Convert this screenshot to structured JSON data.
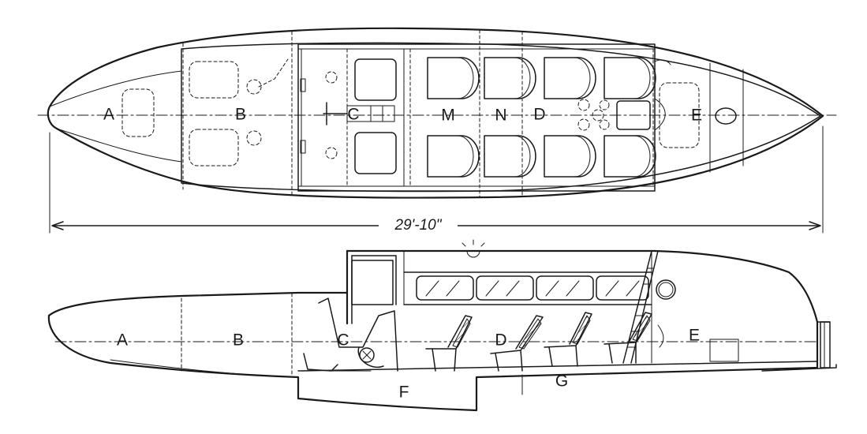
{
  "plan_view": {
    "labels": {
      "a": "A",
      "b": "B",
      "c": "C",
      "m": "M",
      "n": "N",
      "d": "D",
      "e": "E"
    }
  },
  "dimension": {
    "overall_length": "29'-10\""
  },
  "side_view": {
    "labels": {
      "a": "A",
      "b": "B",
      "c": "C",
      "d": "D",
      "e": "E",
      "f": "F",
      "g": "G"
    }
  }
}
